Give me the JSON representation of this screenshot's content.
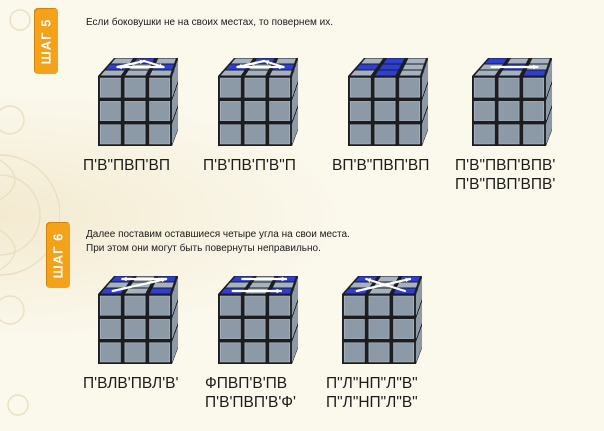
{
  "step5": {
    "badge": "ШАГ 5",
    "text": "Если боковушки не на своих местах, то повернем их.",
    "formulas": [
      [
        "П'В\"ПВП'ВП"
      ],
      [
        "П'В'ПВ'П'В\"П"
      ],
      [
        "ВП'В\"ПВП'ВП"
      ],
      [
        "П'В\"ПВП'ВПВ'",
        "П'В\"ПВП'ВПВ'"
      ]
    ]
  },
  "step6": {
    "badge": "ШАГ 6",
    "text_line1": "Далее поставим оставшиеся четыре угла на свои места.",
    "text_line2": "При этом они могут быть повернуты неправильно.",
    "formulas": [
      [
        "П'ВЛВ'ПВЛ'В'"
      ],
      [
        "ФПВП'В'ПВ",
        "П'В'ПВП'В'Ф'"
      ],
      [
        "П\"Л\"НП\"Л\"В\"",
        "П\"Л\"НП\"Л\"В\""
      ]
    ]
  },
  "colors": {
    "badge": "#f3a21a",
    "cube_face": "#8c9aa8",
    "cube_top": "#a6b2bf",
    "highlight_blue": "#2f3fd6",
    "arrow": "#ffffff"
  }
}
